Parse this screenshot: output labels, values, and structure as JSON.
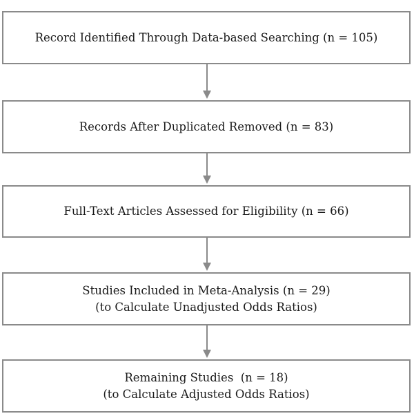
{
  "flowchart": {
    "steps": [
      {
        "lines": [
          "Record Identified Through Data-based Searching (n = 105)"
        ]
      },
      {
        "lines": [
          "Records After Duplicated Removed (n = 83)"
        ]
      },
      {
        "lines": [
          "Full-Text Articles Assessed for Eligibility (n = 66)"
        ]
      },
      {
        "lines": [
          "Studies Included in Meta-Analysis (n = 29)",
          "(to Calculate Unadjusted Odds Ratios)"
        ]
      },
      {
        "lines": [
          "Remaining Studies  (n = 18)",
          "(to Calculate Adjusted Odds Ratios)"
        ]
      }
    ],
    "colors": {
      "border": "#8a8a8a",
      "arrow": "#8a8a8a",
      "text": "#1a1a1a",
      "background": "#ffffff"
    }
  }
}
